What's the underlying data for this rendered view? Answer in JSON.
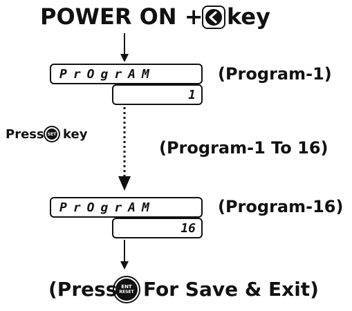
{
  "header": {
    "prefix": "POWER ON +",
    "suffix": "key",
    "key_icon": "left-arrow-key-icon"
  },
  "display_top": {
    "upper": "PrOgrAM",
    "lower": "1",
    "caption": "(Program-1)"
  },
  "middle": {
    "press_label_prefix": "Press",
    "press_label_suffix": "key",
    "set_key_text": "SET",
    "range_caption": "(Program-1 To 16)"
  },
  "display_bottom": {
    "upper": "PrOgrAM",
    "lower": "16",
    "caption": "(Program-16)"
  },
  "footer": {
    "prefix": "(Press",
    "suffix": "For Save & Exit)",
    "ent_key_top": "ENT",
    "ent_key_bottom": "RESET"
  },
  "colors": {
    "ink": "#111111",
    "background": "#ffffff"
  }
}
